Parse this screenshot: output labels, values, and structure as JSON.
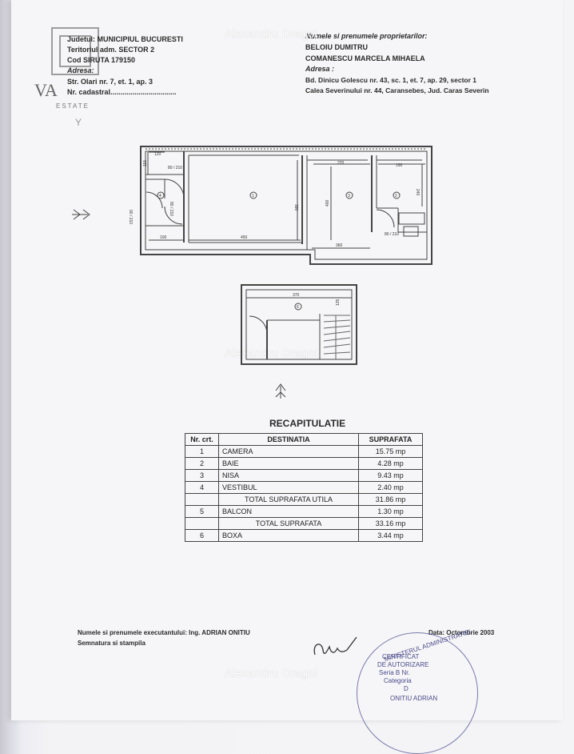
{
  "header_left": {
    "judet": "Judetul: MUNICIPIUL BUCURESTI",
    "teritoriul": "Teritoriul adm. SECTOR 2",
    "cod_siruta": "Cod SIRUTA 179150",
    "adresa": "Adresa:",
    "strada": "Str. Olari nr. 7, et. 1, ap. 3",
    "nr_cadastral": "Nr. cadastral"
  },
  "header_right": {
    "title": "Numele si prenumele proprietarilor:",
    "owner_1": "BELOIU DUMITRU",
    "owner_2": "COMANESCU MARCELA MIHAELA",
    "adresa_label": "Adresa :",
    "adresa_1": "Bd. Dinicu Golescu nr. 43, sc. 1, et. 7, ap. 29, sector 1",
    "adresa_2": "Calea Severinului nr. 44, Caransebes, Jud. Caras Severin"
  },
  "logo": {
    "va": "VA",
    "estate": "ESTATE",
    "y": "Y"
  },
  "watermark": "Alexandru Dragoi",
  "plan_labels": {
    "d120": "120",
    "d115": "115",
    "d220": "220",
    "d190": "190",
    "d240": "240",
    "d390": "390",
    "d400": "400",
    "d450": "450",
    "d100": "100",
    "d360": "360",
    "d370": "370",
    "d125": "125",
    "d80_210a": "80 / 210",
    "d80_210b": "80 / 210",
    "d80_210c": "80 / 210",
    "d90_210": "90 / 210",
    "r1": "1",
    "r2": "2",
    "r3": "3",
    "r4": "4",
    "r6": "6"
  },
  "recap": {
    "title": "RECAPITULATIE",
    "col_nr": "Nr. crt.",
    "col_dest": "DESTINATIA",
    "col_supr": "SUPRAFATA",
    "rows": [
      {
        "nr": "1",
        "dest": "CAMERA",
        "supr": "15.75 mp"
      },
      {
        "nr": "2",
        "dest": "BAIE",
        "supr": "4.28 mp"
      },
      {
        "nr": "3",
        "dest": "NISA",
        "supr": "9.43 mp"
      },
      {
        "nr": "4",
        "dest": "VESTIBUL",
        "supr": "2.40 mp"
      }
    ],
    "total_utila_label": "TOTAL SUPRAFATA UTILA",
    "total_utila": "31.86 mp",
    "balcon": {
      "nr": "5",
      "dest": "BALCON",
      "supr": "1.30 mp"
    },
    "total_label": "TOTAL SUPRAFATA",
    "total": "33.16 mp",
    "boxa": {
      "nr": "6",
      "dest": "BOXA",
      "supr": "3.44 mp"
    }
  },
  "footer": {
    "executant": "Numele si prenumele executantului: Ing. ADRIAN ONITIU",
    "semnatura": "Semnatura si stampila",
    "data": "Data: Octombrie 2003"
  },
  "stamp": {
    "ministerul": "MINISTERUL ADMINISTRATIEI",
    "certificat": "CERTIFICAT",
    "de_autorizare": "DE AUTORIZARE",
    "seria": "Seria B Nr.",
    "categoria": "Categoria",
    "d": "D",
    "onitiu": "ONITIU ADRIAN"
  }
}
